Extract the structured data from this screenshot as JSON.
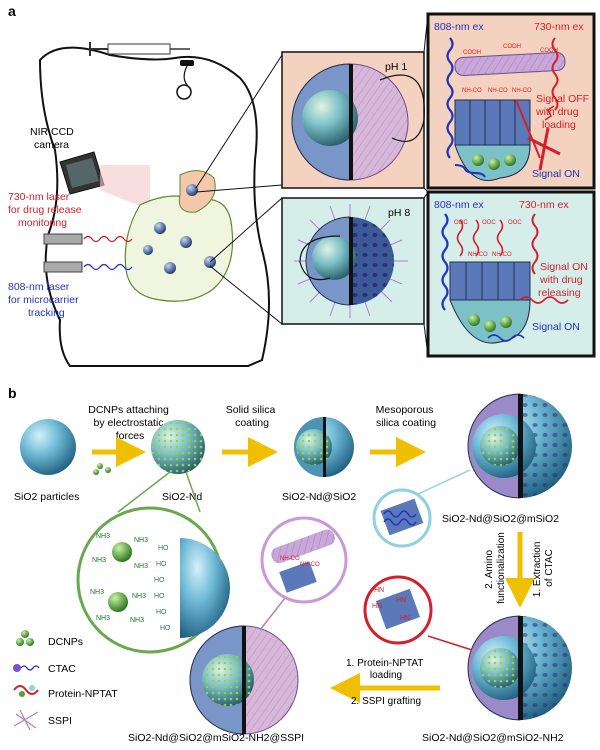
{
  "panel_a": {
    "label": "a",
    "nir_camera": [
      "NIR CCD",
      "camera"
    ],
    "laser_730": [
      "730-nm laser",
      "for drug release",
      "monitoring"
    ],
    "laser_808": [
      "808-nm laser",
      "for microcarrier",
      "tracking"
    ],
    "ph1": "pH 1",
    "ph8": "pH 8",
    "top_box": {
      "ex808": "808-nm ex",
      "ex730": "730-nm ex",
      "signal_off": [
        "Signal OFF",
        "with drug",
        "loading"
      ],
      "signal_on": "Signal ON"
    },
    "bottom_box": {
      "ex808": "808-nm ex",
      "ex730": "730-nm ex",
      "signal_on_red": [
        "Signal ON",
        "with drug",
        "releasing"
      ],
      "signal_on_blue": "Signal ON"
    },
    "chem": {
      "cooh": "COOH",
      "nhco": "NH-CO",
      "coo": "OOC"
    },
    "colors": {
      "top_box_fill": "#f3d2bf",
      "bottom_box_fill": "#d6eeea",
      "red": "#d4202a",
      "blue": "#2233bb",
      "border": "#111111"
    }
  },
  "panel_b": {
    "label": "b",
    "step1": [
      "DCNPs attaching",
      "by electrostatic",
      "forces"
    ],
    "step2": [
      "Solid silica",
      "coating"
    ],
    "step3": [
      "Mesoporous",
      "silica coating"
    ],
    "step4a": [
      "2. Amino",
      "functionalization"
    ],
    "step4b": [
      "1. Extraction",
      "of CTAC"
    ],
    "step5a": [
      "1. Protein-NPTAT",
      "loading"
    ],
    "step5b": "2. SSPI grafting",
    "sio2_particles": "SiO2 particles",
    "sio2_nd": "SiO2-Nd",
    "sio2_nd_sio2": "SiO2-Nd@SiO2",
    "sio2_nd_sio2_msio2": "SiO2-Nd@SiO2@mSiO2",
    "sio2_nh2": "SiO2-Nd@SiO2@mSiO2-NH2",
    "sio2_sspi": "SiO2-Nd@SiO2@mSiO2-NH2@SSPI",
    "legend": {
      "dcnps": "DCNPs",
      "ctac": "CTAC",
      "protein": "Protein-NPTAT",
      "sspi": "SSPI"
    },
    "chem": {
      "nh3": "NH3",
      "ho": "HO",
      "hn": "HN"
    },
    "colors": {
      "sphere": "#58aecd",
      "green": "#5a9b3a",
      "purple": "#b07fc8",
      "lightblue": "#8fd0e3",
      "red": "#d4202a"
    }
  }
}
